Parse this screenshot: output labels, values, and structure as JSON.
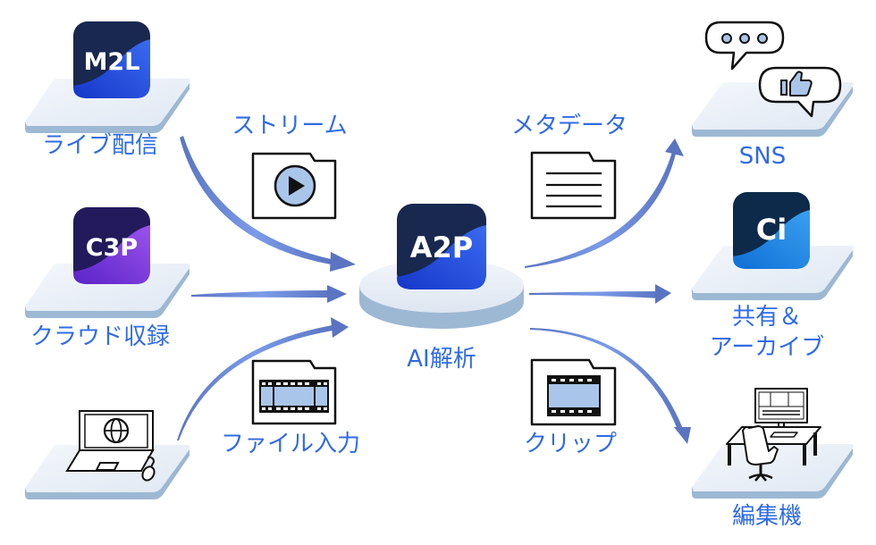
{
  "colors": {
    "label": "#2f6be6",
    "arrow_dark": "#5a74c2",
    "arrow_light": "#7a9ae6",
    "platform_top": "#e8eef7",
    "platform_side": "#9db8d3",
    "icon_fill": "#a9c6ea",
    "m2l_dark": "#18284f",
    "m2l_wave": "#1e4fdc",
    "c3p_dark": "#231a5c",
    "c3p_wave": "#7b3be0",
    "a2p_dark": "#18284f",
    "a2p_wave": "#1e4fdc",
    "ci_dark": "#0d2a4a",
    "ci_wave": "#1a7fe0"
  },
  "sources": [
    {
      "id": "live",
      "app": "M2L",
      "label": "ライブ配信"
    },
    {
      "id": "cloud",
      "app": "C3P",
      "label": "クラウド収録"
    },
    {
      "id": "pc",
      "icon": "laptop-globe-icon",
      "label": ""
    }
  ],
  "inputs": [
    {
      "id": "stream",
      "icon": "folder-play-icon",
      "label": "ストリーム"
    },
    {
      "id": "file",
      "icon": "folder-film-icon",
      "label": "ファイル入力"
    }
  ],
  "hub": {
    "app": "A2P",
    "label": "AI解析"
  },
  "outputs": [
    {
      "id": "metadata",
      "icon": "folder-document-icon",
      "label": "メタデータ"
    },
    {
      "id": "clip",
      "icon": "folder-film-icon",
      "label": "クリップ"
    }
  ],
  "destinations": [
    {
      "id": "sns",
      "icon": "chat-bubbles-icon",
      "label": "SNS"
    },
    {
      "id": "share",
      "app": "Ci",
      "label_line1": "共有＆",
      "label_line2": "アーカイブ"
    },
    {
      "id": "edit",
      "icon": "editing-desk-icon",
      "label": "編集機"
    }
  ]
}
